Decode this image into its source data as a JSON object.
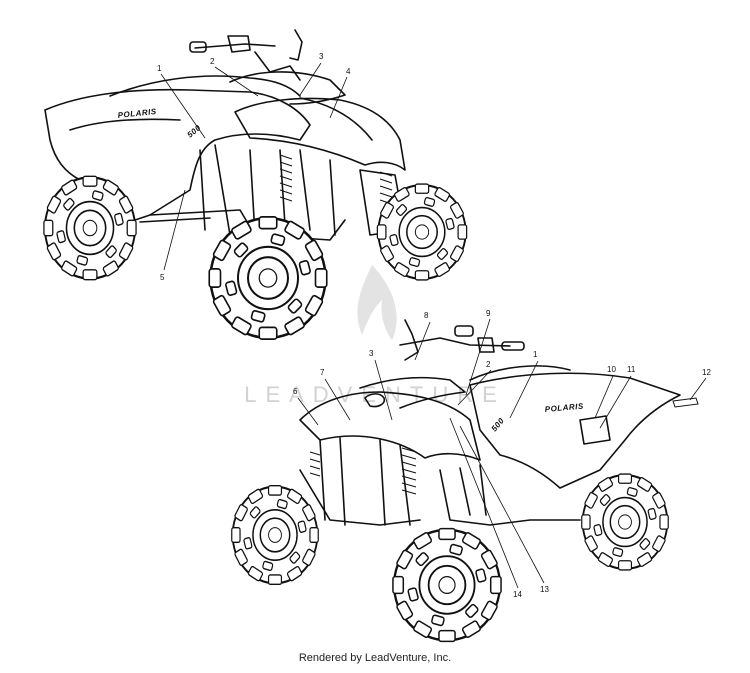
{
  "diagram": {
    "brand_label": "POLARIS",
    "model_label": "500",
    "callouts_upper": [
      "1",
      "2",
      "3",
      "4",
      "5"
    ],
    "callouts_lower": [
      "3",
      "6",
      "7",
      "8",
      "9",
      "2",
      "1",
      "10",
      "11",
      "12",
      "14",
      "13"
    ]
  },
  "watermark": {
    "text": "LEADVENTURE"
  },
  "footer": {
    "text": "Rendered by LeadVenture, Inc."
  }
}
